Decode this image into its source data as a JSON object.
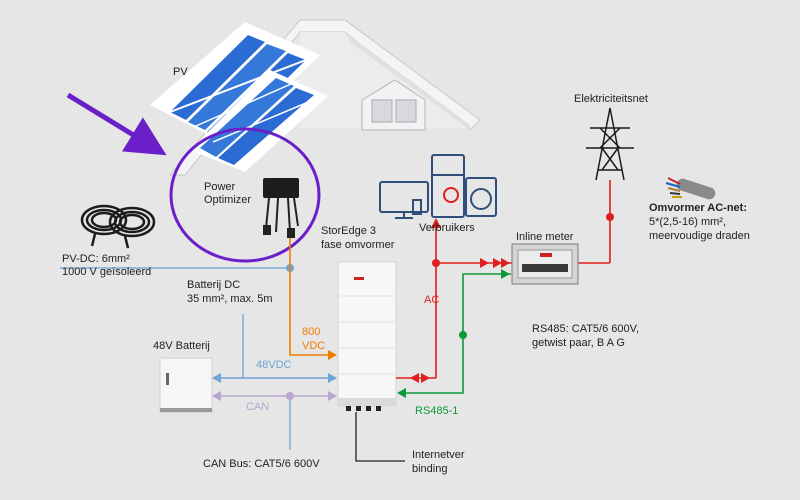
{
  "labels": {
    "pv": "PV",
    "power_optimizer": "Power\nOptimizer",
    "pv_dc_line1": "PV-DC: 6mm²",
    "pv_dc_line2": "1000 V geïsoleerd",
    "batterij_dc_line1": "Batterij DC",
    "batterij_dc_line2": "35 mm², max. 5m",
    "storedge_line1": "StorEdge 3",
    "storedge_line2": "fase omvormer",
    "batterij_48v": "48V Batterij",
    "vdc_48": "48VDC",
    "can": "CAN",
    "vdc_800_line1": "800",
    "vdc_800_line2": "VDC",
    "can_bus": "CAN Bus: CAT5/6 600V",
    "verbruikers": "Verbruikers",
    "ac": "AC",
    "inline_meter": "Inline meter",
    "rs485_line1": "RS485: CAT5/6 600V,",
    "rs485_line2": "getwist paar, B A G",
    "rs485_1": "RS485-1",
    "internet_line1": "Internetver",
    "internet_line2": "binding",
    "elektriciteitsnet": "Elektriciteitsnet",
    "ac_net_title": "Omvormer AC-net:",
    "ac_net_line1": "5*(2,5-16) mm²,",
    "ac_net_line2": "meervoudige draden"
  },
  "colors": {
    "background": "#e6e6e6",
    "highlight_circle": "#6a1fc8",
    "arrow": "#6a1fc8",
    "dc_pv": "#f07d00",
    "battery_dc": "#6ea4d6",
    "can": "#b8a6cf",
    "ac": "#e01e1e",
    "rs485": "#0a9a3a",
    "pointer_line": "#6ea4d6",
    "solar_panel": "#2b6cd4",
    "roof": "#e8e8ea"
  },
  "icons": {
    "house": "house-roof-icon",
    "panels": "solar-panel-icon",
    "optimizer": "power-optimizer-icon",
    "cables": "cable-coil-icon",
    "inverter": "inverter-icon",
    "battery": "battery-icon",
    "appliances": "appliances-icon",
    "meter": "inline-meter-icon",
    "pylon": "power-pylon-icon",
    "ac_cable": "ac-cable-icon"
  }
}
